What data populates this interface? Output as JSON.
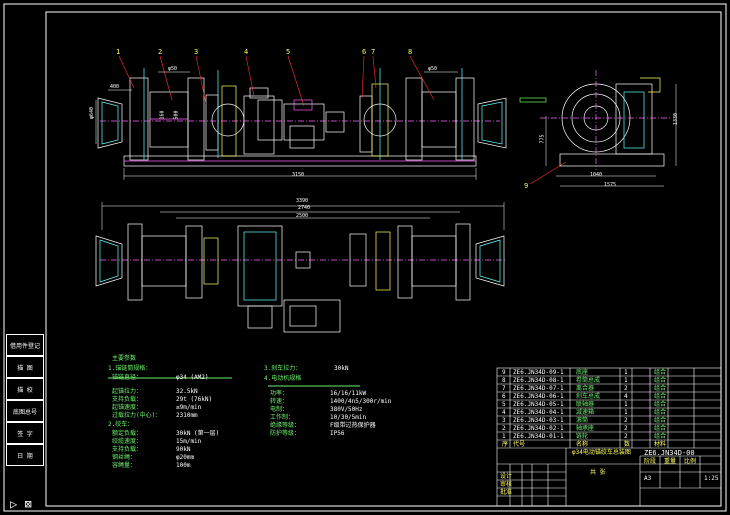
{
  "side_labels": [
    "借用件登记",
    "描 图",
    "描 校",
    "底图总号",
    "签 字",
    "日 期"
  ],
  "part_numbers": [
    "1",
    "2",
    "3",
    "4",
    "5",
    "6",
    "7",
    "8",
    "9"
  ],
  "dims_top": {
    "d400": "400",
    "d450a": "φ50",
    "d450b": "φ50",
    "d640": "φ640",
    "d1500": "3150",
    "d160": "160",
    "d500": "500",
    "d1330": "1330",
    "d1040": "1040",
    "d1575": "1575",
    "d775": "775"
  },
  "dims_plan": {
    "d3390": "3390",
    "d2740": "2740",
    "d2500": "2500"
  },
  "tech_left_title": "主要参数",
  "tech_left": [
    {
      "k": "1.锚链筒规格：",
      "v": ""
    },
    {
      "k": "锚链直径：",
      "v": "φ34 (AM2)"
    },
    {
      "k": "起锚拉力：",
      "v": "32.5kN"
    },
    {
      "k": "支持负载：",
      "v": "29t (76kN)"
    },
    {
      "k": "起锚速度：",
      "v": "≥9m/min"
    },
    {
      "k": "过载拉力(中心)：",
      "v": "2310mm"
    },
    {
      "k": "2.绞车：",
      "v": ""
    },
    {
      "k": "额定负载：",
      "v": "30kN (第一层)"
    },
    {
      "k": "绞缆速度：",
      "v": "15m/min"
    },
    {
      "k": "支持负载：",
      "v": "90kN"
    },
    {
      "k": "钢丝绳：",
      "v": "φ20mm"
    },
    {
      "k": "容绳量：",
      "v": "100m"
    }
  ],
  "tech_right": [
    {
      "k": "3.刹车拉力：",
      "v": "30kN"
    },
    {
      "k": "4.电动机规格",
      "v": ""
    },
    {
      "k": "功率：",
      "v": "16/16/11kW"
    },
    {
      "k": "转速：",
      "v": "1400/4n5/300r/min"
    },
    {
      "k": "电制：",
      "v": "380V/50Hz"
    },
    {
      "k": "工作制：",
      "v": "10/30/5min"
    },
    {
      "k": "绝缘等级：",
      "v": "F级带过热保护器"
    },
    {
      "k": "防护等级：",
      "v": "IP56"
    }
  ],
  "bom_rows": [
    {
      "no": "9",
      "code": "ZE6.JN34D-09-1",
      "name": "底座",
      "qty": "1",
      "mat": "组合"
    },
    {
      "no": "8",
      "code": "ZE6.JN34D-08-1",
      "name": "卷筒总成",
      "qty": "1",
      "mat": "组合"
    },
    {
      "no": "7",
      "code": "ZE6.JN34D-07-1",
      "name": "离合器",
      "qty": "2",
      "mat": "组合"
    },
    {
      "no": "6",
      "code": "ZE6.JN34D-06-1",
      "name": "刹车总成",
      "qty": "4",
      "mat": "组合"
    },
    {
      "no": "5",
      "code": "ZE6.JN34D-05-1",
      "name": "联轴器",
      "qty": "1",
      "mat": "组合"
    },
    {
      "no": "4",
      "code": "ZE6.JN34D-04-1",
      "name": "减速箱",
      "qty": "1",
      "mat": "组合"
    },
    {
      "no": "3",
      "code": "ZE6.JN34D-03-1",
      "name": "滚筒",
      "qty": "2",
      "mat": "组合"
    },
    {
      "no": "2",
      "code": "ZE6.JN34D-02-1",
      "name": "轴承座",
      "qty": "2",
      "mat": "组合"
    },
    {
      "no": "1",
      "code": "ZE6.JN34D-01-1",
      "name": "链轮",
      "qty": "2",
      "mat": "组合"
    }
  ],
  "bom_header": {
    "no": "序",
    "code": "代号",
    "name": "名称",
    "qty": "数",
    "mat": "材料"
  },
  "title_block": {
    "drawing_no": "ZE6.JN34D-00",
    "title": "φ34电动锚绞车总装图",
    "scale_label": "比例",
    "sheet_label": "共 张",
    "weight_label": "重量",
    "stage_label": "阶段",
    "size": "A3",
    "ratio": "1:25",
    "designer_label": "设计",
    "check_label": "审核",
    "approve_label": "批准"
  }
}
